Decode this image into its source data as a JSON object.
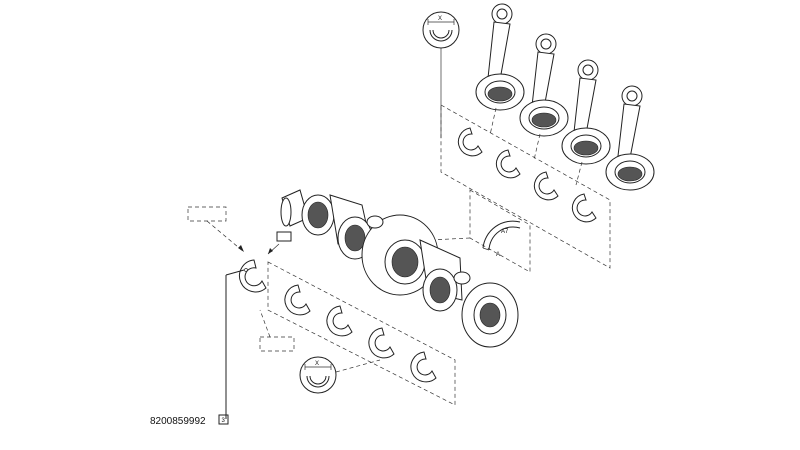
{
  "part_reference": {
    "number": "8200859992",
    "index": "3"
  },
  "detail_top": {
    "letter": "X"
  },
  "detail_bottom": {
    "letter": "X"
  },
  "thrust_washer_detail": {
    "angle_label": "A7",
    "letter": "A"
  }
}
